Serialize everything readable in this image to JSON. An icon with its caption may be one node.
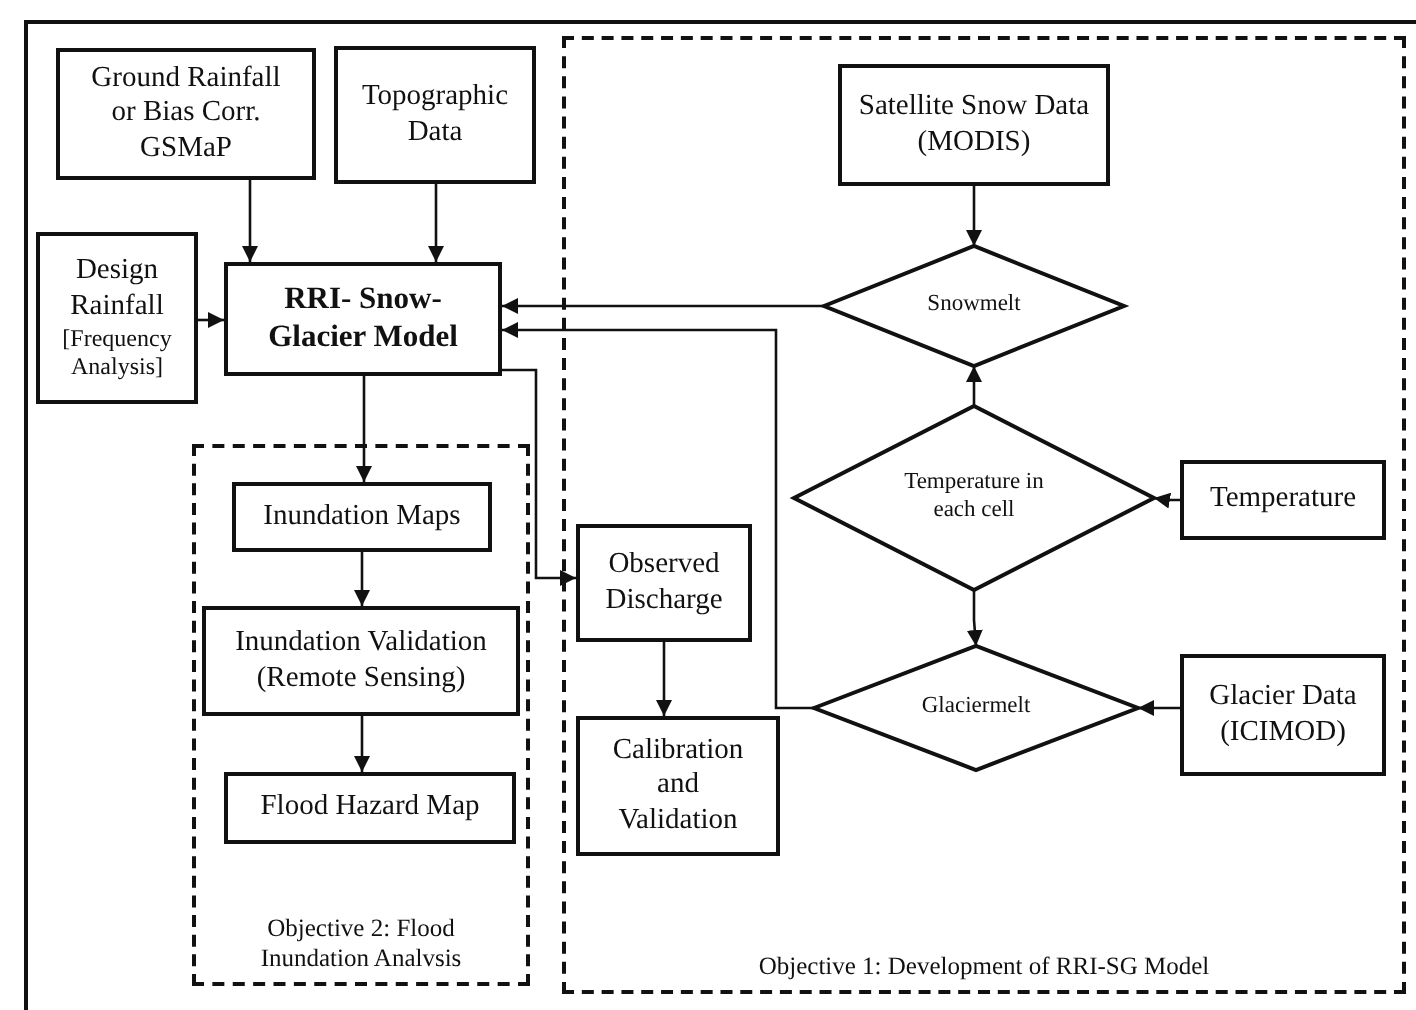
{
  "diagram": {
    "nodes": [
      {
        "text": [
          "Ground Rainfall or Bias Corr. GSMaP"
        ]
      },
      {
        "text": [
          "Topographic Data"
        ]
      },
      {
        "text": [
          "Design Rainfall",
          "[Frequency Analysis]"
        ]
      },
      {
        "text": [
          "RRI- Snow- Glacier Model"
        ]
      },
      {
        "text": [
          "Objective 2: Flood Inundation Analvsis"
        ]
      },
      {
        "text": [
          "Inundation Maps"
        ],
        "in": 4
      },
      {
        "text": [
          "Inundation Validation (Remote Sensing)"
        ],
        "in": 4
      },
      {
        "text": [
          "Flood Hazard Map"
        ],
        "in": 4
      },
      {
        "text": [
          "Objective 1: Development of RRI-SG Model"
        ]
      },
      {
        "text": [
          "Observed Discharge"
        ],
        "in": 8
      },
      {
        "text": [
          "Calibration and Validation"
        ],
        "in": 8
      },
      {
        "text": [
          "Satellite Snow Data (MODIS)"
        ],
        "in": 8
      },
      {
        "text": [
          "Snowmelt"
        ],
        "in": 8
      },
      {
        "text": [
          "Temperature in each cell"
        ],
        "in": 8
      },
      {
        "text": [
          "Temperature"
        ],
        "in": 8
      },
      {
        "text": [
          "Glaciermelt"
        ],
        "in": 8
      },
      {
        "text": [
          "Glacier Data (ICIMOD)"
        ],
        "in": 8
      }
    ],
    "edges": [
      {
        "from": 0,
        "to": 3,
        "arrow": "to"
      },
      {
        "from": 1,
        "to": 3,
        "arrow": "to"
      },
      {
        "from": 2,
        "to": 3,
        "arrow": "to"
      },
      {
        "from": 12,
        "to": 3,
        "arrow": "to"
      },
      {
        "from": 15,
        "to": 3,
        "arrow": "to"
      },
      {
        "from": 3,
        "to": 5,
        "arrow": "to"
      },
      {
        "from": 3,
        "to": 9,
        "arrow": "to"
      },
      {
        "from": 5,
        "to": 6,
        "arrow": "to"
      },
      {
        "from": 6,
        "to": 7,
        "arrow": "to"
      },
      {
        "from": 9,
        "to": 10,
        "arrow": "to"
      },
      {
        "from": 11,
        "to": 12,
        "arrow": "to"
      },
      {
        "from": 13,
        "to": 12,
        "arrow": "to"
      },
      {
        "from": 14,
        "to": 13,
        "arrow": "to"
      },
      {
        "from": 13,
        "to": 15,
        "arrow": "to"
      },
      {
        "from": 16,
        "to": 15,
        "arrow": "to"
      }
    ]
  }
}
